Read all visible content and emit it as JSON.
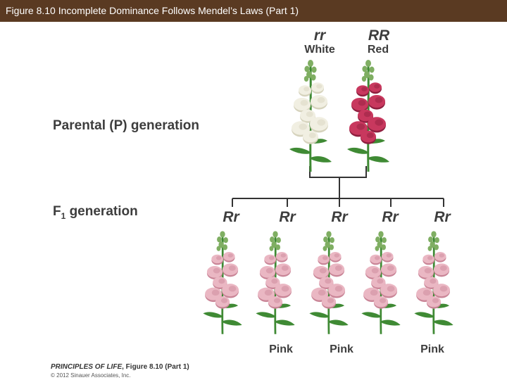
{
  "header": {
    "title": "Figure 8.10  Incomplete Dominance Follows Mendel’s Laws (Part 1)"
  },
  "labels": {
    "parental": "Parental (P) generation",
    "f1_prefix": "F",
    "f1_sub": "1",
    "f1_suffix": " generation"
  },
  "parents": [
    {
      "genotype": "rr",
      "phenotype": "White",
      "petal": "#f1efe2",
      "petal_shade": "#d6d3bd"
    },
    {
      "genotype": "RR",
      "phenotype": "Red",
      "petal": "#c8385e",
      "petal_shade": "#8e1f3f"
    }
  ],
  "offspring": [
    {
      "genotype": "Rr",
      "phenotype": ""
    },
    {
      "genotype": "Rr",
      "phenotype": "Pink"
    },
    {
      "genotype": "Rr",
      "phenotype": "Pink"
    },
    {
      "genotype": "Rr",
      "phenotype": ""
    },
    {
      "genotype": "Rr",
      "phenotype": "Pink"
    }
  ],
  "offspring_colors": {
    "petal": "#eab7c3",
    "petal_shade": "#c98597"
  },
  "leaf_color": "#3f8a34",
  "bud_color": "#7fae62",
  "credit": {
    "book": "PRINCIPLES OF LIFE",
    "figure": ", Figure 8.10 (Part 1)",
    "copyright": "© 2012 Sinauer Associates, Inc."
  }
}
